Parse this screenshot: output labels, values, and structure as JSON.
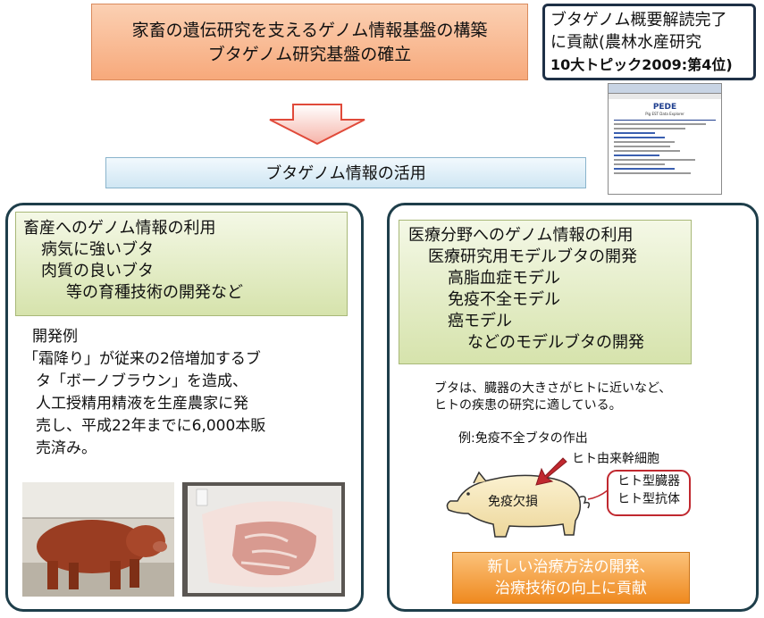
{
  "title": {
    "line1": "家畜の遺伝研究を支えるゲノム情報基盤の構築",
    "line2": "ブタゲノム研究基盤の確立"
  },
  "news": {
    "line1": "ブタゲノム概要解読完了",
    "line2": "に貢献(農林水産研究",
    "line3": "10大トピック2009:第4位)"
  },
  "pede": {
    "logo": "PEDE",
    "subtitle": "Pig EST Data Explorer"
  },
  "utilize": "ブタゲノム情報の活用",
  "left": {
    "heading": "畜産へのゲノム情報の利用",
    "items": [
      "病気に強いブタ",
      "肉質の良いブタ"
    ],
    "tail": "等の育種技術の開発など",
    "example_title": "開発例",
    "example_lines": [
      "「霜降り」が従来の2倍増加するブ",
      "タ「ボーノブラウン」を造成、",
      "人工授精用精液を生産農家に発",
      "売し、平成22年までに6,000本販",
      "売済み。"
    ]
  },
  "right": {
    "heading": "医療分野へのゲノム情報の利用",
    "sub": "医療研究用モデルブタの開発",
    "items": [
      "高脂血症モデル",
      "免疫不全モデル",
      "癌モデル"
    ],
    "tail": "などのモデルブタの開発",
    "note_line1": "ブタは、臓器の大きさがヒトに近いなど、",
    "note_line2": "ヒトの疾患の研究に適している。",
    "example": "例:免疫不全ブタの作出",
    "stem_label": "ヒト由来幹細胞",
    "pig_label": "免疫欠損",
    "callout_line1": "ヒト型臓器",
    "callout_line2": "ヒト型抗体",
    "result_line1": "新しい治療方法の開発、",
    "result_line2": "治療技術の向上に貢献"
  },
  "colors": {
    "title_bg": "#f7a97b",
    "panel_border": "#1e3e4a",
    "green_bg": "#d6e3ac",
    "orange_bg": "#ef8a1f",
    "arrow": "#e04a3a"
  }
}
